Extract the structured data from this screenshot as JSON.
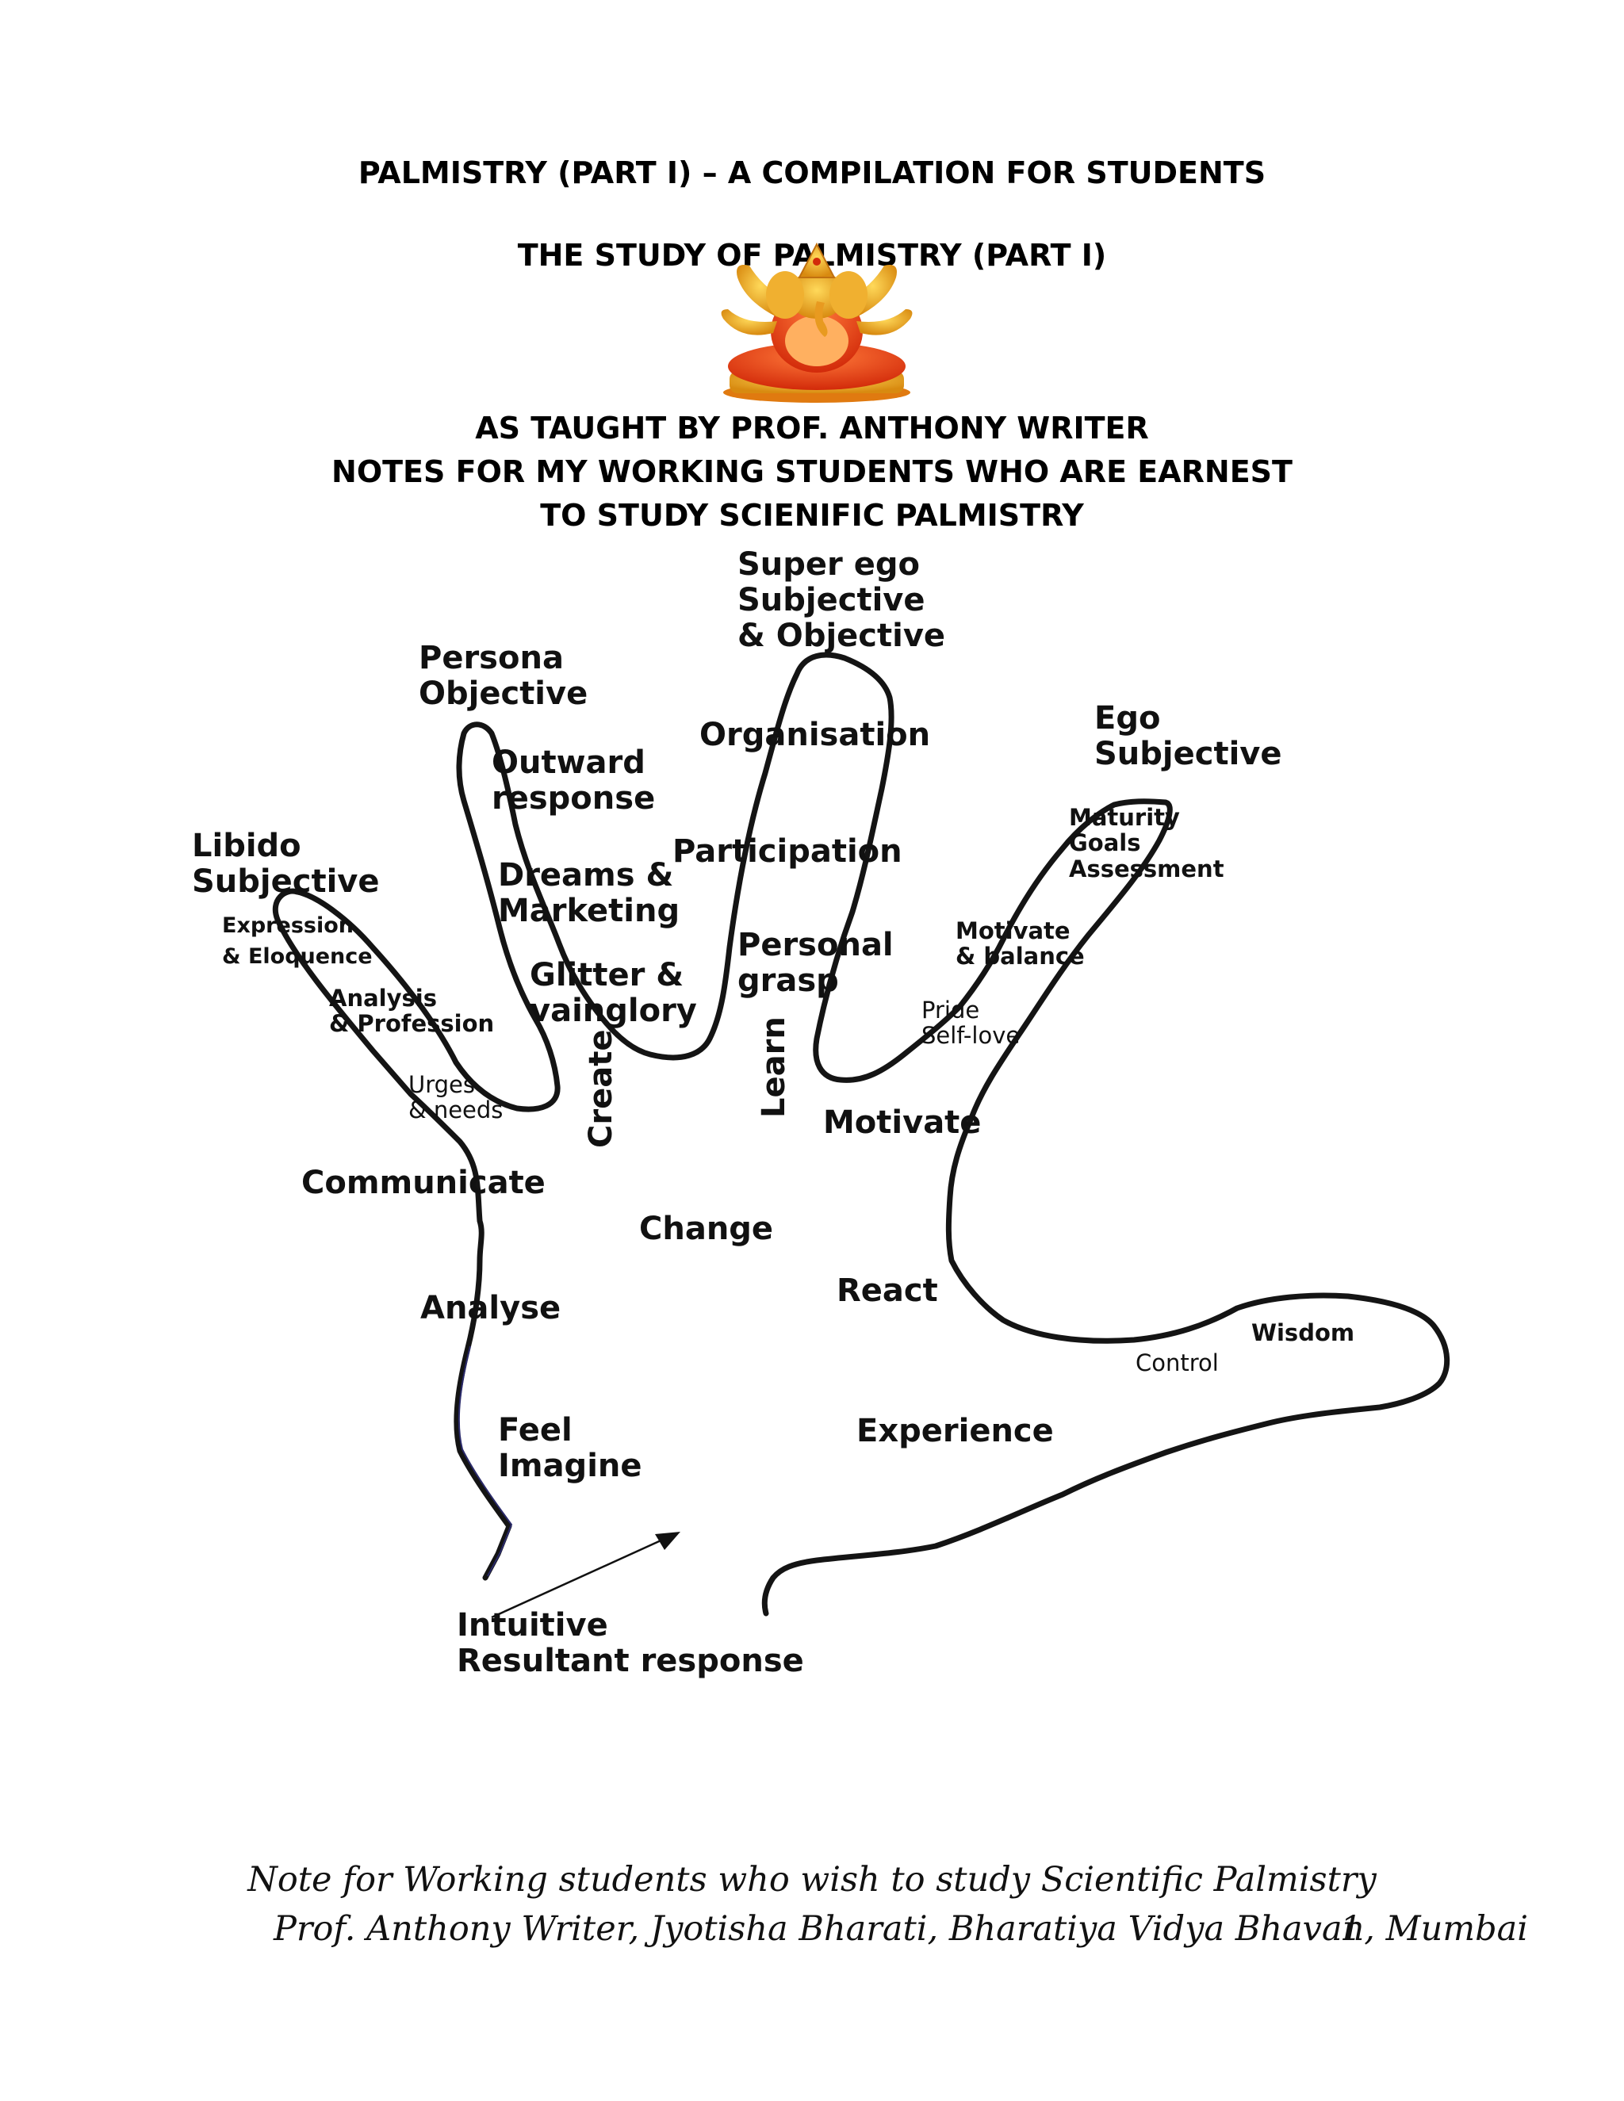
{
  "header": {
    "title": "PALMISTRY   (PART I) – A COMPILATION FOR STUDENTS",
    "subtitle": "THE STUDY OF PALMISTRY  (PART I)",
    "taught_by": "AS TAUGHT  BY PROF. ANTHONY WRITER",
    "notes_line1": "NOTES FOR MY WORKING STUDENTS WHO ARE EARNEST",
    "notes_line2": "TO STUDY SCIENIFIC PALMISTRY"
  },
  "diagram": {
    "super_ego": [
      "Super ego",
      "Subjective",
      "& Objective"
    ],
    "persona": [
      "Persona",
      "Objective"
    ],
    "ego": [
      "Ego",
      "Subjective"
    ],
    "libido": [
      "Libido",
      "Subjective"
    ],
    "outward_response": [
      "Outward",
      "response"
    ],
    "organisation": "Organisation",
    "participation": "Participation",
    "dreams_marketing": [
      "Dreams &",
      "Marketing"
    ],
    "glitter_vainglory": [
      "Glitter &",
      "vainglory"
    ],
    "personal_grasp": [
      "Personal",
      "grasp"
    ],
    "maturity_block": [
      "Maturity",
      "Goals",
      "Assessment"
    ],
    "motivate_balance": [
      "Motivate",
      "& balance"
    ],
    "pride_selflove": [
      "Pride",
      "Self-love"
    ],
    "expression": [
      "Expression",
      "& Eloquence"
    ],
    "analysis_profession": [
      "Analysis",
      "& Profession"
    ],
    "urges_needs": [
      "Urges",
      "& needs"
    ],
    "create": "Create",
    "learn": "Learn",
    "motivate": "Motivate",
    "communicate": "Communicate",
    "change": "Change",
    "react": "React",
    "analyse": "Analyse",
    "wisdom": "Wisdom",
    "control": "Control",
    "feel_imagine": [
      "Feel",
      "Imagine"
    ],
    "experience": "Experience",
    "intuitive": [
      "Intuitive",
      "Resultant response"
    ]
  },
  "footer": {
    "line1": "Note for Working students who wish to study Scientific Palmistry",
    "line2": "Prof. Anthony Writer, Jyotisha Bharati, Bharatiya Vidya Bhavan,  Mumbai",
    "page_number": "1"
  },
  "colors": {
    "outline": "#141414",
    "statue_gold": "#e8a020",
    "statue_red": "#e23a12"
  },
  "icons": [
    "ganesha-statue-icon",
    "arrow-icon"
  ]
}
